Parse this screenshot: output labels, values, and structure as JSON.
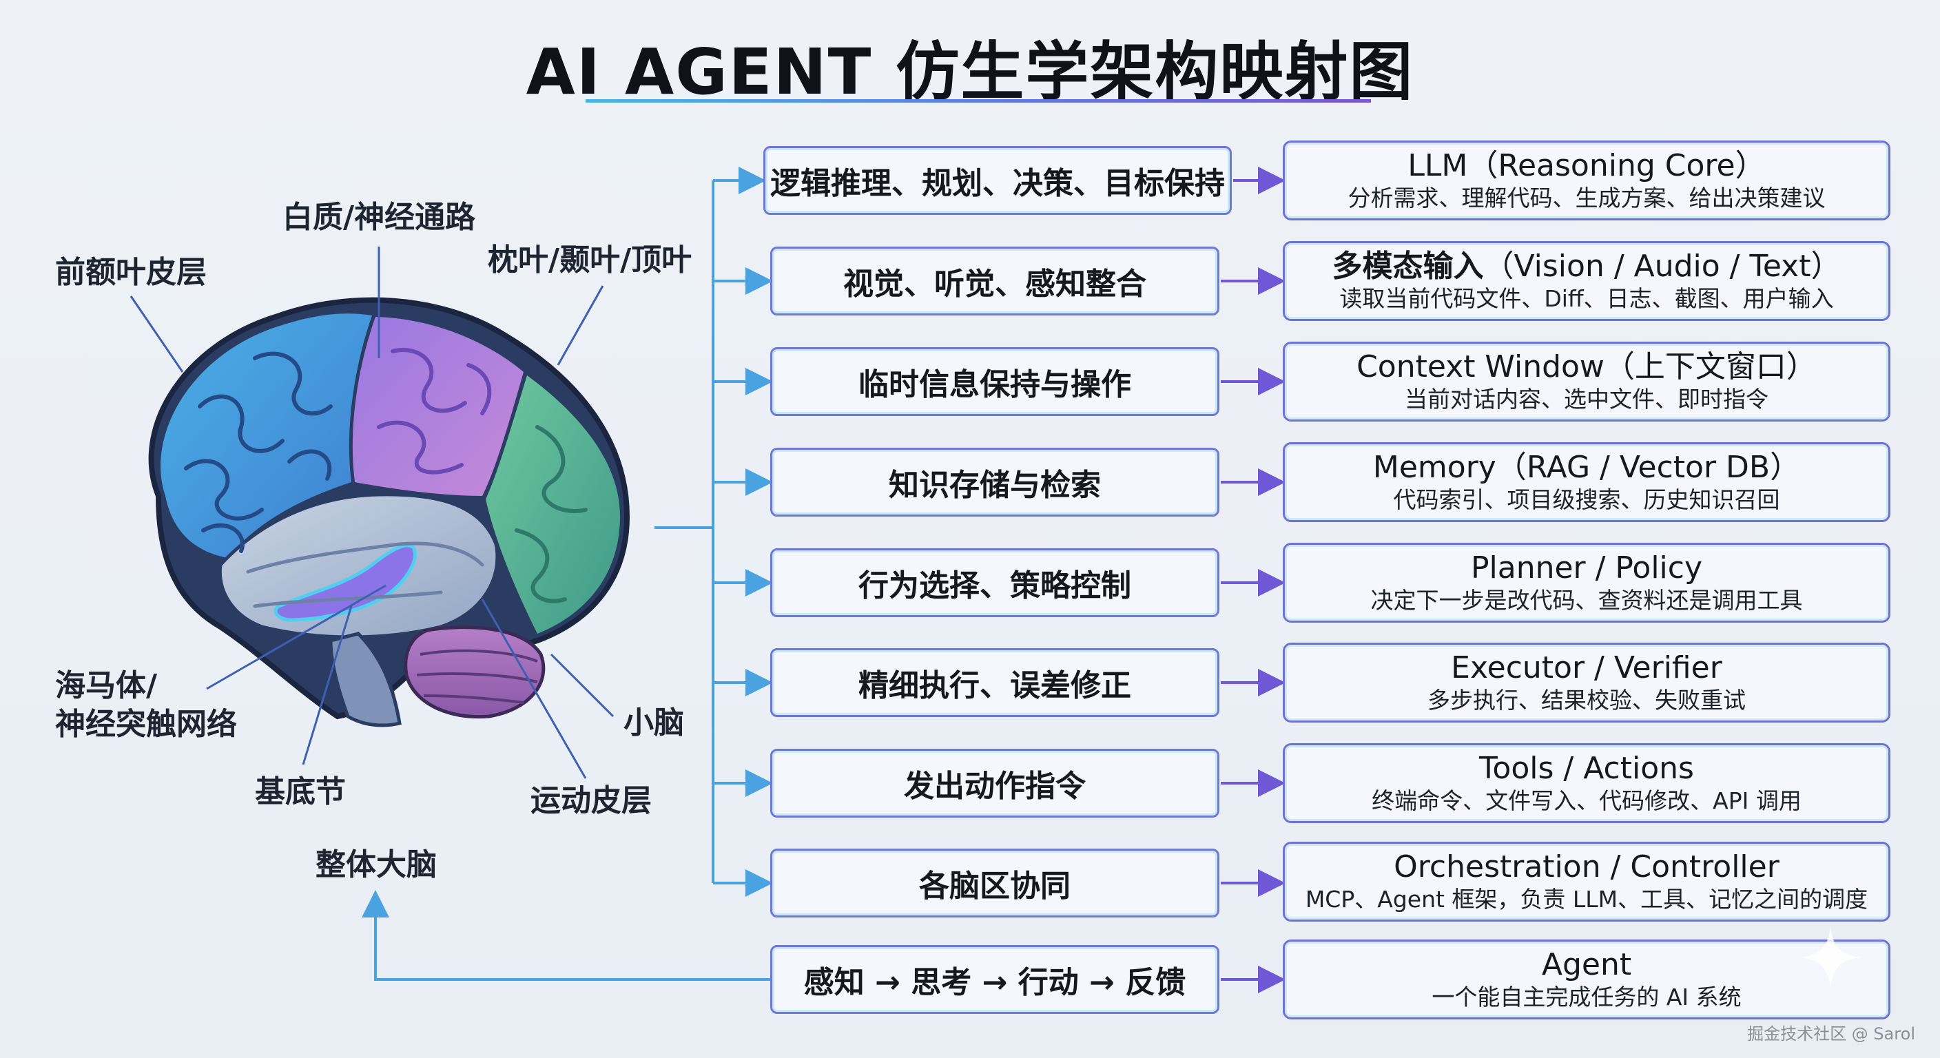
{
  "title": "AI AGENT 仿生学架构映射图",
  "brain_labels": {
    "prefrontal": "前额叶皮层",
    "white_matter": "白质/神经通路",
    "occipital": "枕叶/颞叶/顶叶",
    "hippocampus_line1": "海马体/",
    "hippocampus_line2": "神经突触网络",
    "cerebellum": "小脑",
    "basal_ganglia": "基底节",
    "motor_cortex": "运动皮层",
    "whole_brain": "整体大脑"
  },
  "functions": [
    "逻辑推理、规划、决策、目标保持",
    "视觉、听觉、感知整合",
    "临时信息保持与操作",
    "知识存储与检索",
    "行为选择、策略控制",
    "精细执行、误差修正",
    "发出动作指令",
    "各脑区协同",
    "感知 → 思考 → 行动 → 反馈"
  ],
  "components": [
    {
      "title_bold": "",
      "title": "LLM（Reasoning Core）",
      "sub": "分析需求、理解代码、生成方案、给出决策建议"
    },
    {
      "title_bold": "多模态输入",
      "title": "（Vision / Audio / Text）",
      "sub": "读取当前代码文件、Diff、日志、截图、用户输入"
    },
    {
      "title_bold": "",
      "title": "Context Window（上下文窗口）",
      "sub": "当前对话内容、选中文件、即时指令"
    },
    {
      "title_bold": "",
      "title": "Memory（RAG / Vector DB）",
      "sub": "代码索引、项目级搜索、历史知识召回"
    },
    {
      "title_bold": "",
      "title": "Planner / Policy",
      "sub": "决定下一步是改代码、查资料还是调用工具"
    },
    {
      "title_bold": "",
      "title": "Executor / Verifier",
      "sub": "多步执行、结果校验、失败重试"
    },
    {
      "title_bold": "",
      "title": "Tools / Actions",
      "sub": "终端命令、文件写入、代码修改、API 调用"
    },
    {
      "title_bold": "",
      "title": "Orchestration / Controller",
      "sub": "MCP、Agent 框架，负责 LLM、工具、记忆之间的调度"
    },
    {
      "title_bold": "",
      "title": "Agent",
      "sub": "一个能自主完成任务的 AI 系统"
    }
  ],
  "watermark": "掘金技术社区 @ Sarol",
  "colors": {
    "accent_blue": "#4aa3e0",
    "accent_purple": "#6f58d6",
    "box_border": "#6f78d6"
  }
}
